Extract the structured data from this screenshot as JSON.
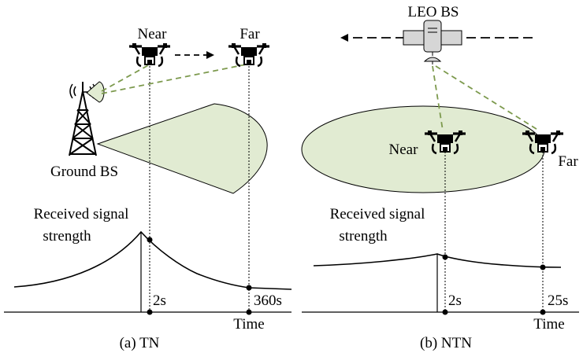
{
  "panels": {
    "tn": {
      "caption": "(a) TN",
      "near_label": "Near",
      "far_label": "Far",
      "bs_label": "Ground BS",
      "signal_label_line1": "Received signal",
      "signal_label_line2": "strength",
      "time_label": "Time",
      "tick_near": "2s",
      "tick_far": "360s"
    },
    "ntn": {
      "caption": "(b) NTN",
      "bs_label": "LEO BS",
      "near_label": "Near",
      "far_label": "Far",
      "signal_label_line1": "Received signal",
      "signal_label_line2": "strength",
      "time_label": "Time",
      "tick_near": "2s",
      "tick_far": "25s"
    }
  },
  "colors": {
    "coverage_fill": "#e1ebd2",
    "link_dash": "#7d9a4e",
    "satellite_body": "#d6d6d6",
    "ink": "#000000"
  },
  "icons": [
    "drone-icon",
    "tower-icon",
    "antenna-icon",
    "satellite-icon"
  ]
}
